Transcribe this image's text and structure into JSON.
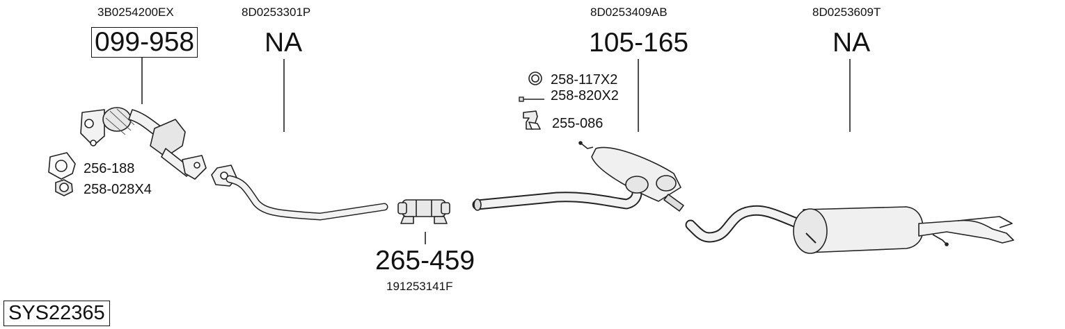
{
  "system_code": "SYS22365",
  "sections": [
    {
      "oem": "3B0254200EX",
      "part": "099-958"
    },
    {
      "oem": "8D0253301P",
      "part": "NA"
    },
    {
      "oem": "8D0253409AB",
      "part": "105-165"
    },
    {
      "oem": "8D0253609T",
      "part": "NA"
    }
  ],
  "clamp": {
    "part": "265-459",
    "oem": "191253141F"
  },
  "accessories": {
    "gasket": "256-188",
    "nut": "258-028X4",
    "ring": "258-117X2",
    "bolt": "258-820X2",
    "hanger": "255-086"
  }
}
